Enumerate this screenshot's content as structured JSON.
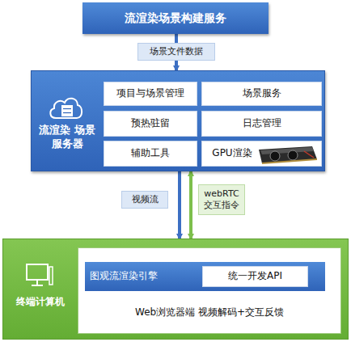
{
  "diagram": {
    "nodes": [
      {
        "text": [
          "流渲染场景构建服务"
        ]
      },
      {
        "text": [
          "流渲染 场景服务器"
        ]
      },
      {
        "text": [
          "项目与场景管理"
        ],
        "in": 1
      },
      {
        "text": [
          "场景服务"
        ],
        "in": 1
      },
      {
        "text": [
          "预热驻留"
        ],
        "in": 1
      },
      {
        "text": [
          "日志管理"
        ],
        "in": 1
      },
      {
        "text": [
          "辅助工具"
        ],
        "in": 1
      },
      {
        "text": [
          "GPU渲染"
        ],
        "in": 1
      },
      {
        "text": [
          "终端计算机"
        ]
      },
      {
        "text": [
          "Web浏览器端 视频解码+交互反馈"
        ],
        "in": 8
      },
      {
        "text": [
          "图观流渲染引擎"
        ],
        "in": 9
      },
      {
        "text": [
          "统一开发API"
        ],
        "in": 10
      }
    ],
    "edges": [
      {
        "from": 0,
        "to": 1,
        "label": "场景文件数据",
        "arrow": "to"
      },
      {
        "from": 1,
        "to": 8,
        "label": "视频流",
        "arrow": "to"
      },
      {
        "from": 1,
        "to": 8,
        "label": "webRTC 交互指令",
        "arrow": "both"
      }
    ]
  }
}
